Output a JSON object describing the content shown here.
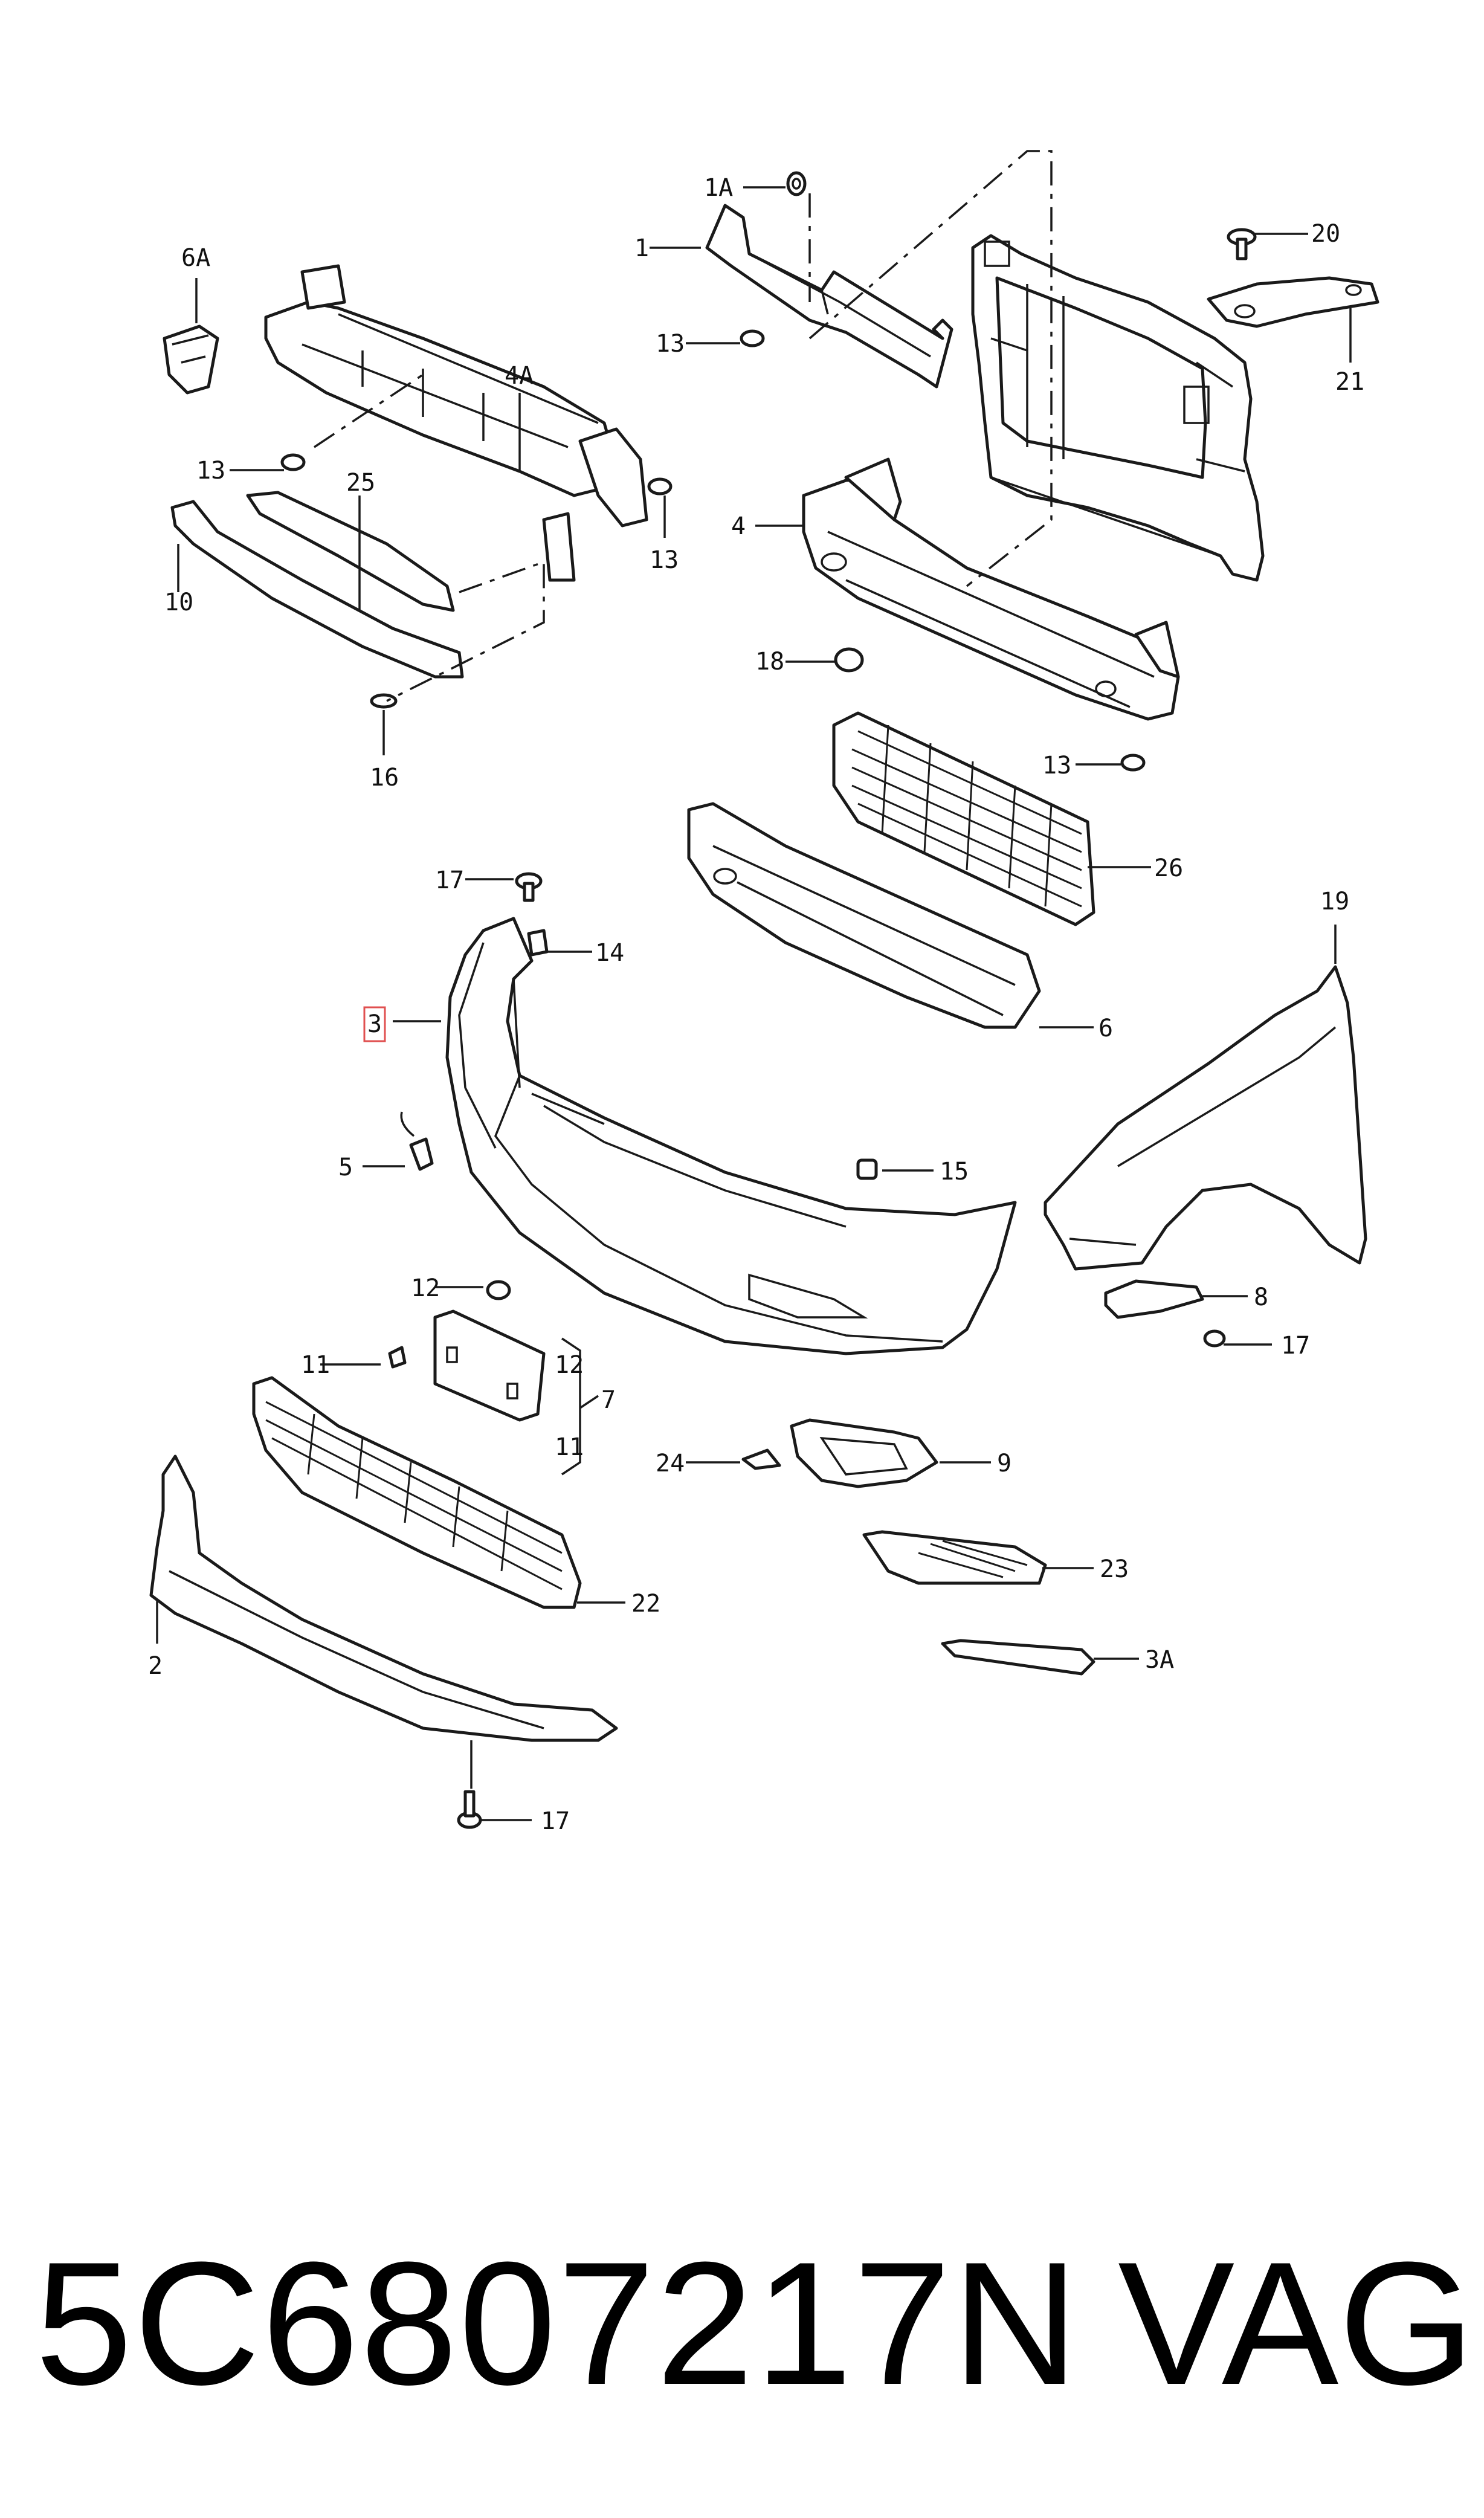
{
  "callouts": [
    "1A",
    "1",
    "13",
    "6A",
    "4A",
    "20",
    "21",
    "13",
    "25",
    "13",
    "4",
    "10",
    "18",
    "16",
    "13",
    "26",
    "17",
    "14",
    "19",
    "3",
    "6",
    "5",
    "15",
    "12",
    "8",
    "11",
    "12",
    "7",
    "11",
    "17",
    "24",
    "9",
    "22",
    "23",
    "2",
    "3A",
    "17"
  ],
  "footer": {
    "part_number": "5C6807217N",
    "brand": "VAG"
  },
  "colors": {
    "line": "#1a1a1a",
    "highlight": "#e05050",
    "background": "#ffffff"
  }
}
